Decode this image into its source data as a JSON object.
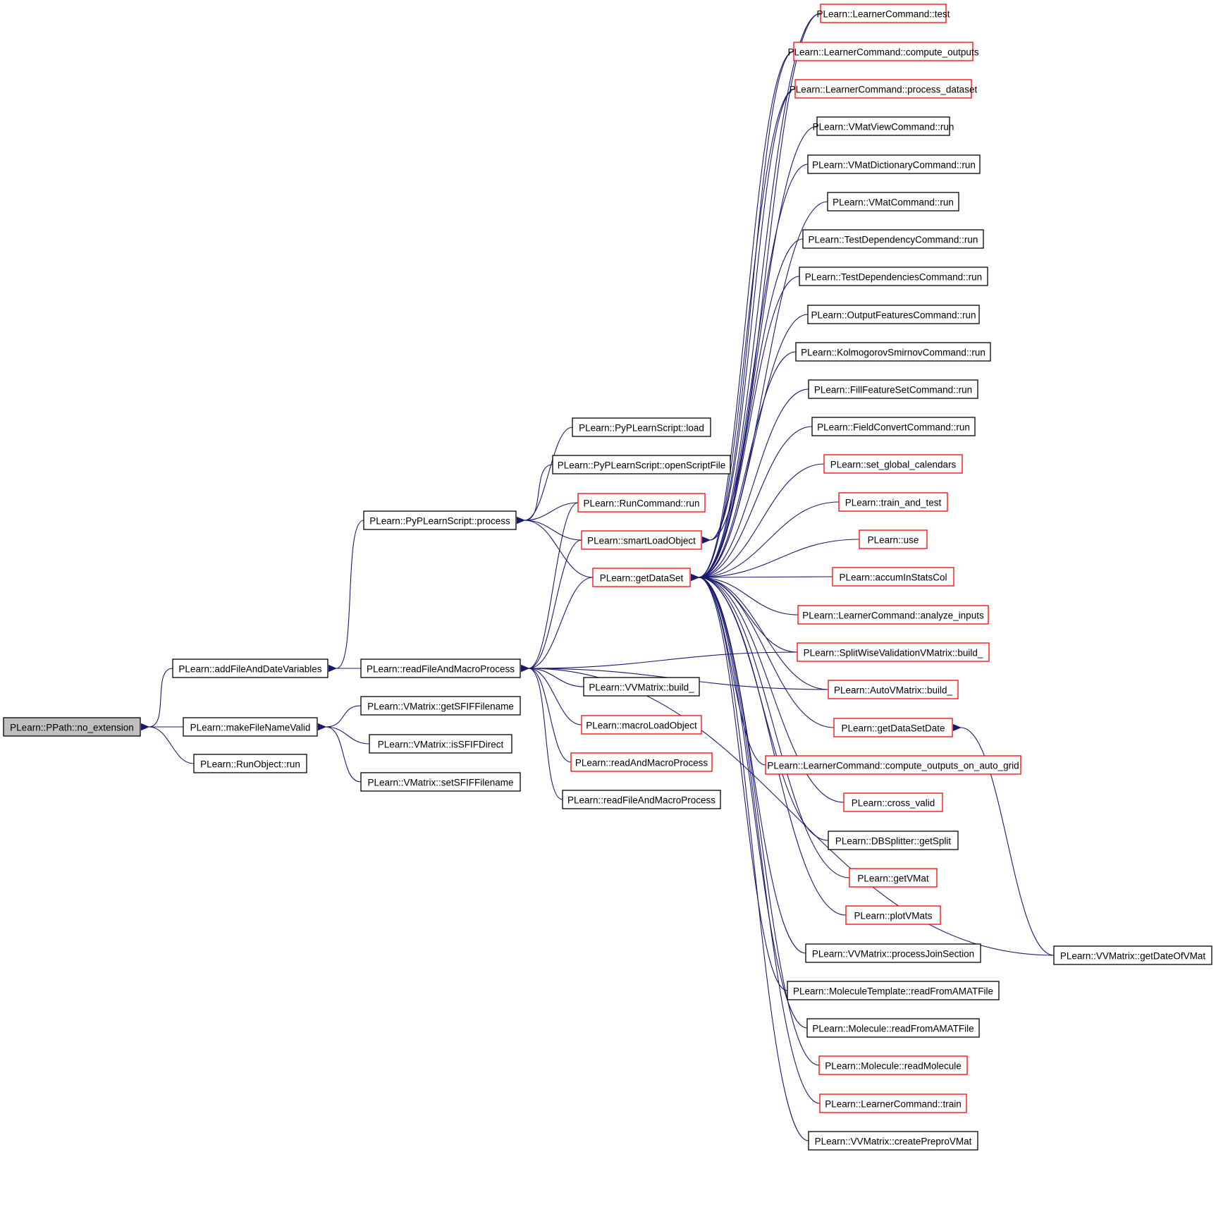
{
  "colors": {
    "edge": "#191970",
    "border_default": "#000000",
    "border_truncated": "#ff0000",
    "root_fill": "#bfbfbf"
  },
  "nodes": {
    "no_extension": {
      "label": "PLearn::PPath::no_extension",
      "border": "black",
      "root": true
    },
    "addFileAndDateVariables": {
      "label": "PLearn::addFileAndDateVariables",
      "border": "black"
    },
    "makeFileNameValid": {
      "label": "PLearn::makeFileNameValid",
      "border": "black"
    },
    "RunObject_run": {
      "label": "PLearn::RunObject::run",
      "border": "black"
    },
    "PyPLearnScript_process": {
      "label": "PLearn::PyPLearnScript::process",
      "border": "black"
    },
    "readFileAndMacroProcess": {
      "label": "PLearn::readFileAndMacroProcess",
      "border": "black"
    },
    "getSFIFFilename": {
      "label": "PLearn::VMatrix::getSFIFFilename",
      "border": "black"
    },
    "isSFIFDirect": {
      "label": "PLearn::VMatrix::isSFIFDirect",
      "border": "black"
    },
    "setSFIFFilename": {
      "label": "PLearn::VMatrix::setSFIFFilename",
      "border": "black"
    },
    "PyPLearnScript_load": {
      "label": "PLearn::PyPLearnScript::load",
      "border": "black"
    },
    "openScriptFile": {
      "label": "PLearn::PyPLearnScript::openScriptFile",
      "border": "black"
    },
    "RunCommand_run": {
      "label": "PLearn::RunCommand::run",
      "border": "red"
    },
    "smartLoadObject": {
      "label": "PLearn::smartLoadObject",
      "border": "red"
    },
    "getDataSet": {
      "label": "PLearn::getDataSet",
      "border": "red"
    },
    "VVMatrix_build_": {
      "label": "PLearn::VVMatrix::build_",
      "border": "black"
    },
    "macroLoadObject": {
      "label": "PLearn::macroLoadObject",
      "border": "red"
    },
    "readAndMacroProcess": {
      "label": "PLearn::readAndMacroProcess",
      "border": "red"
    },
    "readFileAndMacroProcess2": {
      "label": "PLearn::readFileAndMacroProcess",
      "border": "black"
    },
    "LC_test": {
      "label": "PLearn::LearnerCommand::test",
      "border": "red"
    },
    "LC_compute_outputs": {
      "label": "PLearn::LearnerCommand::compute_outputs",
      "border": "red"
    },
    "LC_process_dataset": {
      "label": "PLearn::LearnerCommand::process_dataset",
      "border": "red"
    },
    "VMatViewCommand_run": {
      "label": "PLearn::VMatViewCommand::run",
      "border": "black"
    },
    "VMatDictionaryCommand_run": {
      "label": "PLearn::VMatDictionaryCommand::run",
      "border": "black"
    },
    "VMatCommand_run": {
      "label": "PLearn::VMatCommand::run",
      "border": "black"
    },
    "TestDependencyCommand_run": {
      "label": "PLearn::TestDependencyCommand::run",
      "border": "black"
    },
    "TestDependenciesCommand_run": {
      "label": "PLearn::TestDependenciesCommand::run",
      "border": "black"
    },
    "OutputFeaturesCommand_run": {
      "label": "PLearn::OutputFeaturesCommand::run",
      "border": "black"
    },
    "KolmogorovSmirnovCommand_run": {
      "label": "PLearn::KolmogorovSmirnovCommand::run",
      "border": "black"
    },
    "FillFeatureSetCommand_run": {
      "label": "PLearn::FillFeatureSetCommand::run",
      "border": "black"
    },
    "FieldConvertCommand_run": {
      "label": "PLearn::FieldConvertCommand::run",
      "border": "black"
    },
    "set_global_calendars": {
      "label": "PLearn::set_global_calendars",
      "border": "red"
    },
    "train_and_test": {
      "label": "PLearn::train_and_test",
      "border": "red"
    },
    "use": {
      "label": "PLearn::use",
      "border": "red"
    },
    "accumInStatsCol": {
      "label": "PLearn::accumInStatsCol",
      "border": "red"
    },
    "LC_analyze_inputs": {
      "label": "PLearn::LearnerCommand::analyze_inputs",
      "border": "red"
    },
    "SplitWise_build_": {
      "label": "PLearn::SplitWiseValidationVMatrix::build_",
      "border": "red"
    },
    "AutoVMatrix_build_": {
      "label": "PLearn::AutoVMatrix::build_",
      "border": "red"
    },
    "getDataSetDate": {
      "label": "PLearn::getDataSetDate",
      "border": "red"
    },
    "LC_compute_outputs_grid": {
      "label": "PLearn::LearnerCommand::compute_outputs_on_auto_grid",
      "border": "red"
    },
    "cross_valid": {
      "label": "PLearn::cross_valid",
      "border": "red"
    },
    "DBSplitter_getSplit": {
      "label": "PLearn::DBSplitter::getSplit",
      "border": "black"
    },
    "getVMat": {
      "label": "PLearn::getVMat",
      "border": "red"
    },
    "plotVMats": {
      "label": "PLearn::plotVMats",
      "border": "red"
    },
    "VVMatrix_processJoinSection": {
      "label": "PLearn::VVMatrix::processJoinSection",
      "border": "black"
    },
    "MoleculeTemplate_readFromAMATFile": {
      "label": "PLearn::MoleculeTemplate::readFromAMATFile",
      "border": "black"
    },
    "Molecule_readFromAMATFile": {
      "label": "PLearn::Molecule::readFromAMATFile",
      "border": "black"
    },
    "Molecule_readMolecule": {
      "label": "PLearn::Molecule::readMolecule",
      "border": "red"
    },
    "LC_train": {
      "label": "PLearn::LearnerCommand::train",
      "border": "red"
    },
    "VVMatrix_createPreproVMat": {
      "label": "PLearn::VVMatrix::createPreproVMat",
      "border": "black"
    },
    "VVMatrix_getDateOfVMat": {
      "label": "PLearn::VVMatrix::getDateOfVMat",
      "border": "black"
    }
  },
  "edges": [
    [
      "addFileAndDateVariables",
      "no_extension"
    ],
    [
      "makeFileNameValid",
      "no_extension"
    ],
    [
      "RunObject_run",
      "no_extension"
    ],
    [
      "PyPLearnScript_process",
      "addFileAndDateVariables"
    ],
    [
      "readFileAndMacroProcess",
      "addFileAndDateVariables"
    ],
    [
      "getSFIFFilename",
      "makeFileNameValid"
    ],
    [
      "isSFIFDirect",
      "makeFileNameValid"
    ],
    [
      "setSFIFFilename",
      "makeFileNameValid"
    ],
    [
      "PyPLearnScript_load",
      "PyPLearnScript_process"
    ],
    [
      "openScriptFile",
      "PyPLearnScript_process"
    ],
    [
      "RunCommand_run",
      "PyPLearnScript_process"
    ],
    [
      "smartLoadObject",
      "PyPLearnScript_process"
    ],
    [
      "getDataSet",
      "PyPLearnScript_process"
    ],
    [
      "RunCommand_run",
      "readFileAndMacroProcess"
    ],
    [
      "smartLoadObject",
      "readFileAndMacroProcess"
    ],
    [
      "getDataSet",
      "readFileAndMacroProcess"
    ],
    [
      "VVMatrix_build_",
      "readFileAndMacroProcess"
    ],
    [
      "macroLoadObject",
      "readFileAndMacroProcess"
    ],
    [
      "readAndMacroProcess",
      "readFileAndMacroProcess"
    ],
    [
      "readFileAndMacroProcess2",
      "readFileAndMacroProcess"
    ],
    [
      "SplitWise_build_",
      "readFileAndMacroProcess"
    ],
    [
      "AutoVMatrix_build_",
      "readFileAndMacroProcess"
    ],
    [
      "VVMatrix_getDateOfVMat",
      "readFileAndMacroProcess"
    ],
    [
      "LC_test",
      "smartLoadObject"
    ],
    [
      "LC_compute_outputs",
      "smartLoadObject"
    ],
    [
      "LC_process_dataset",
      "smartLoadObject"
    ],
    [
      "LC_test",
      "getDataSet"
    ],
    [
      "LC_compute_outputs",
      "getDataSet"
    ],
    [
      "LC_process_dataset",
      "getDataSet"
    ],
    [
      "VMatViewCommand_run",
      "getDataSet"
    ],
    [
      "VMatDictionaryCommand_run",
      "getDataSet"
    ],
    [
      "VMatCommand_run",
      "getDataSet"
    ],
    [
      "TestDependencyCommand_run",
      "getDataSet"
    ],
    [
      "TestDependenciesCommand_run",
      "getDataSet"
    ],
    [
      "OutputFeaturesCommand_run",
      "getDataSet"
    ],
    [
      "KolmogorovSmirnovCommand_run",
      "getDataSet"
    ],
    [
      "FillFeatureSetCommand_run",
      "getDataSet"
    ],
    [
      "FieldConvertCommand_run",
      "getDataSet"
    ],
    [
      "set_global_calendars",
      "getDataSet"
    ],
    [
      "train_and_test",
      "getDataSet"
    ],
    [
      "use",
      "getDataSet"
    ],
    [
      "accumInStatsCol",
      "getDataSet"
    ],
    [
      "LC_analyze_inputs",
      "getDataSet"
    ],
    [
      "SplitWise_build_",
      "getDataSet"
    ],
    [
      "AutoVMatrix_build_",
      "getDataSet"
    ],
    [
      "getDataSetDate",
      "getDataSet"
    ],
    [
      "LC_compute_outputs_grid",
      "getDataSet"
    ],
    [
      "cross_valid",
      "getDataSet"
    ],
    [
      "DBSplitter_getSplit",
      "getDataSet"
    ],
    [
      "getVMat",
      "getDataSet"
    ],
    [
      "plotVMats",
      "getDataSet"
    ],
    [
      "VVMatrix_processJoinSection",
      "getDataSet"
    ],
    [
      "MoleculeTemplate_readFromAMATFile",
      "getDataSet"
    ],
    [
      "Molecule_readFromAMATFile",
      "getDataSet"
    ],
    [
      "Molecule_readMolecule",
      "getDataSet"
    ],
    [
      "LC_train",
      "getDataSet"
    ],
    [
      "VVMatrix_createPreproVMat",
      "getDataSet"
    ],
    [
      "VVMatrix_getDateOfVMat",
      "getDataSetDate"
    ]
  ]
}
